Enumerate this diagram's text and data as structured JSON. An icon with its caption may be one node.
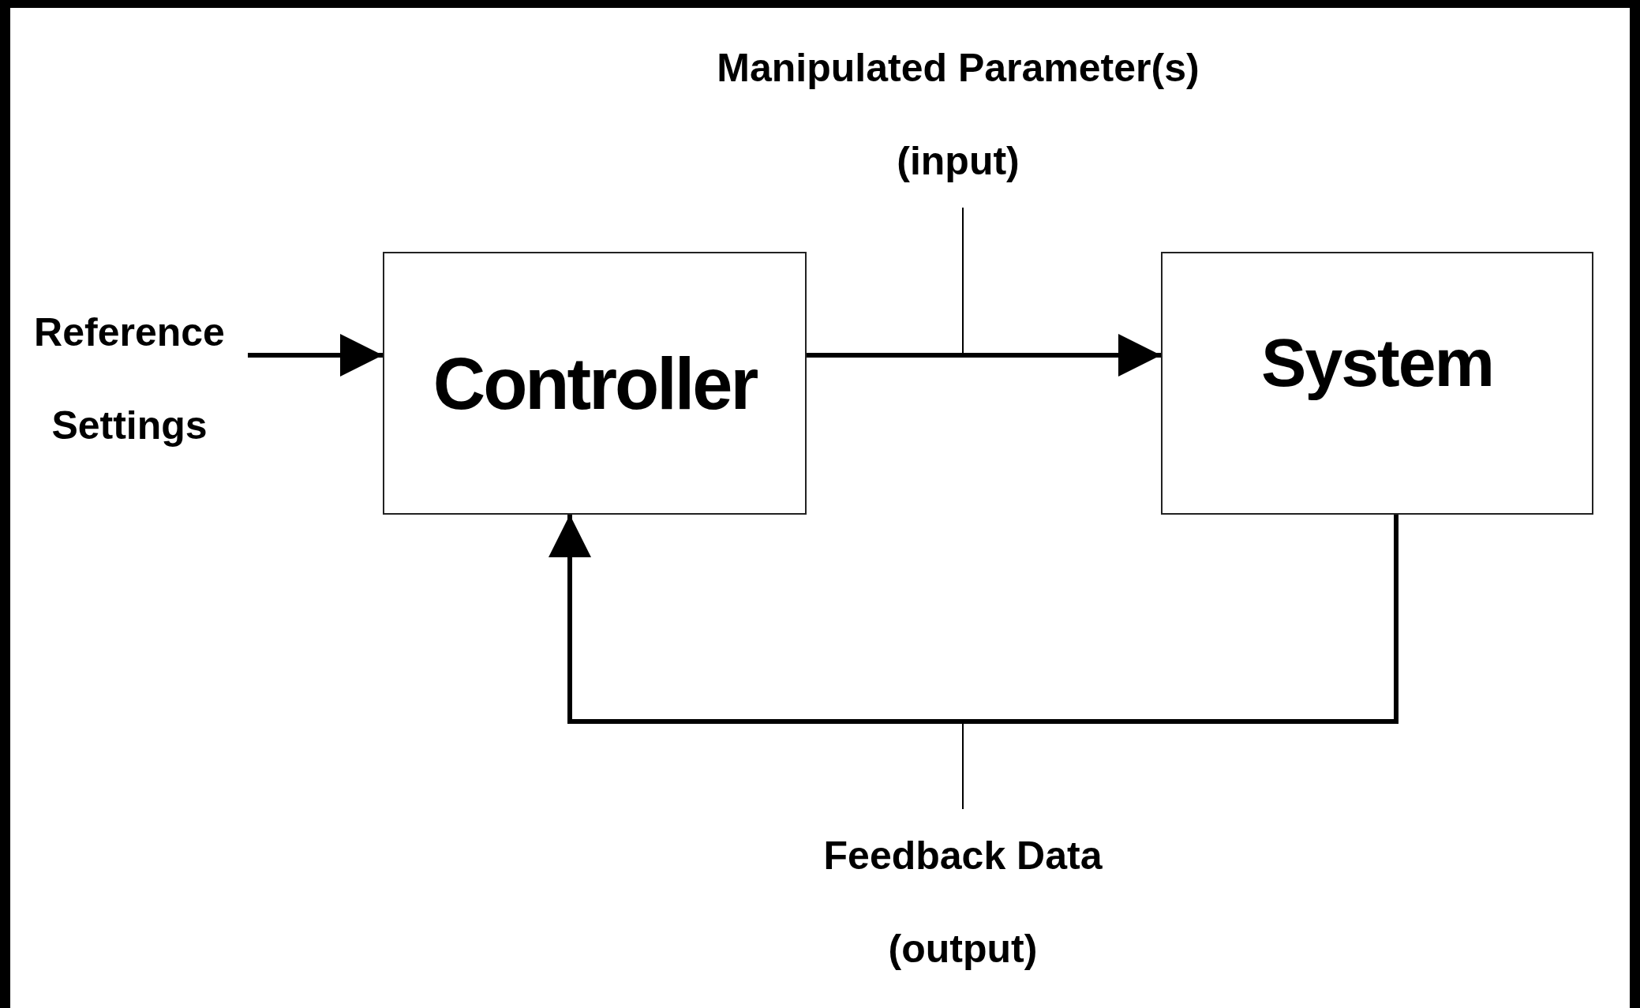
{
  "diagram": {
    "nodes": [
      {
        "text": [
          "Reference Settings"
        ]
      },
      {
        "text": [
          "Manipulated Parameter(s) (input)"
        ]
      },
      {
        "text": [
          "Controller"
        ]
      },
      {
        "text": [
          "System"
        ]
      },
      {
        "text": [
          "Feedback Data (output)"
        ]
      }
    ],
    "edges": [
      {
        "from": 0,
        "to": 2,
        "arrow": "to"
      },
      {
        "from": 2,
        "to": 3,
        "arrow": "to"
      },
      {
        "from": 3,
        "to": 2,
        "arrow": "to"
      },
      {
        "from": 1,
        "to": null,
        "arrow": "none"
      },
      {
        "from": 4,
        "to": null,
        "arrow": "none"
      }
    ]
  }
}
